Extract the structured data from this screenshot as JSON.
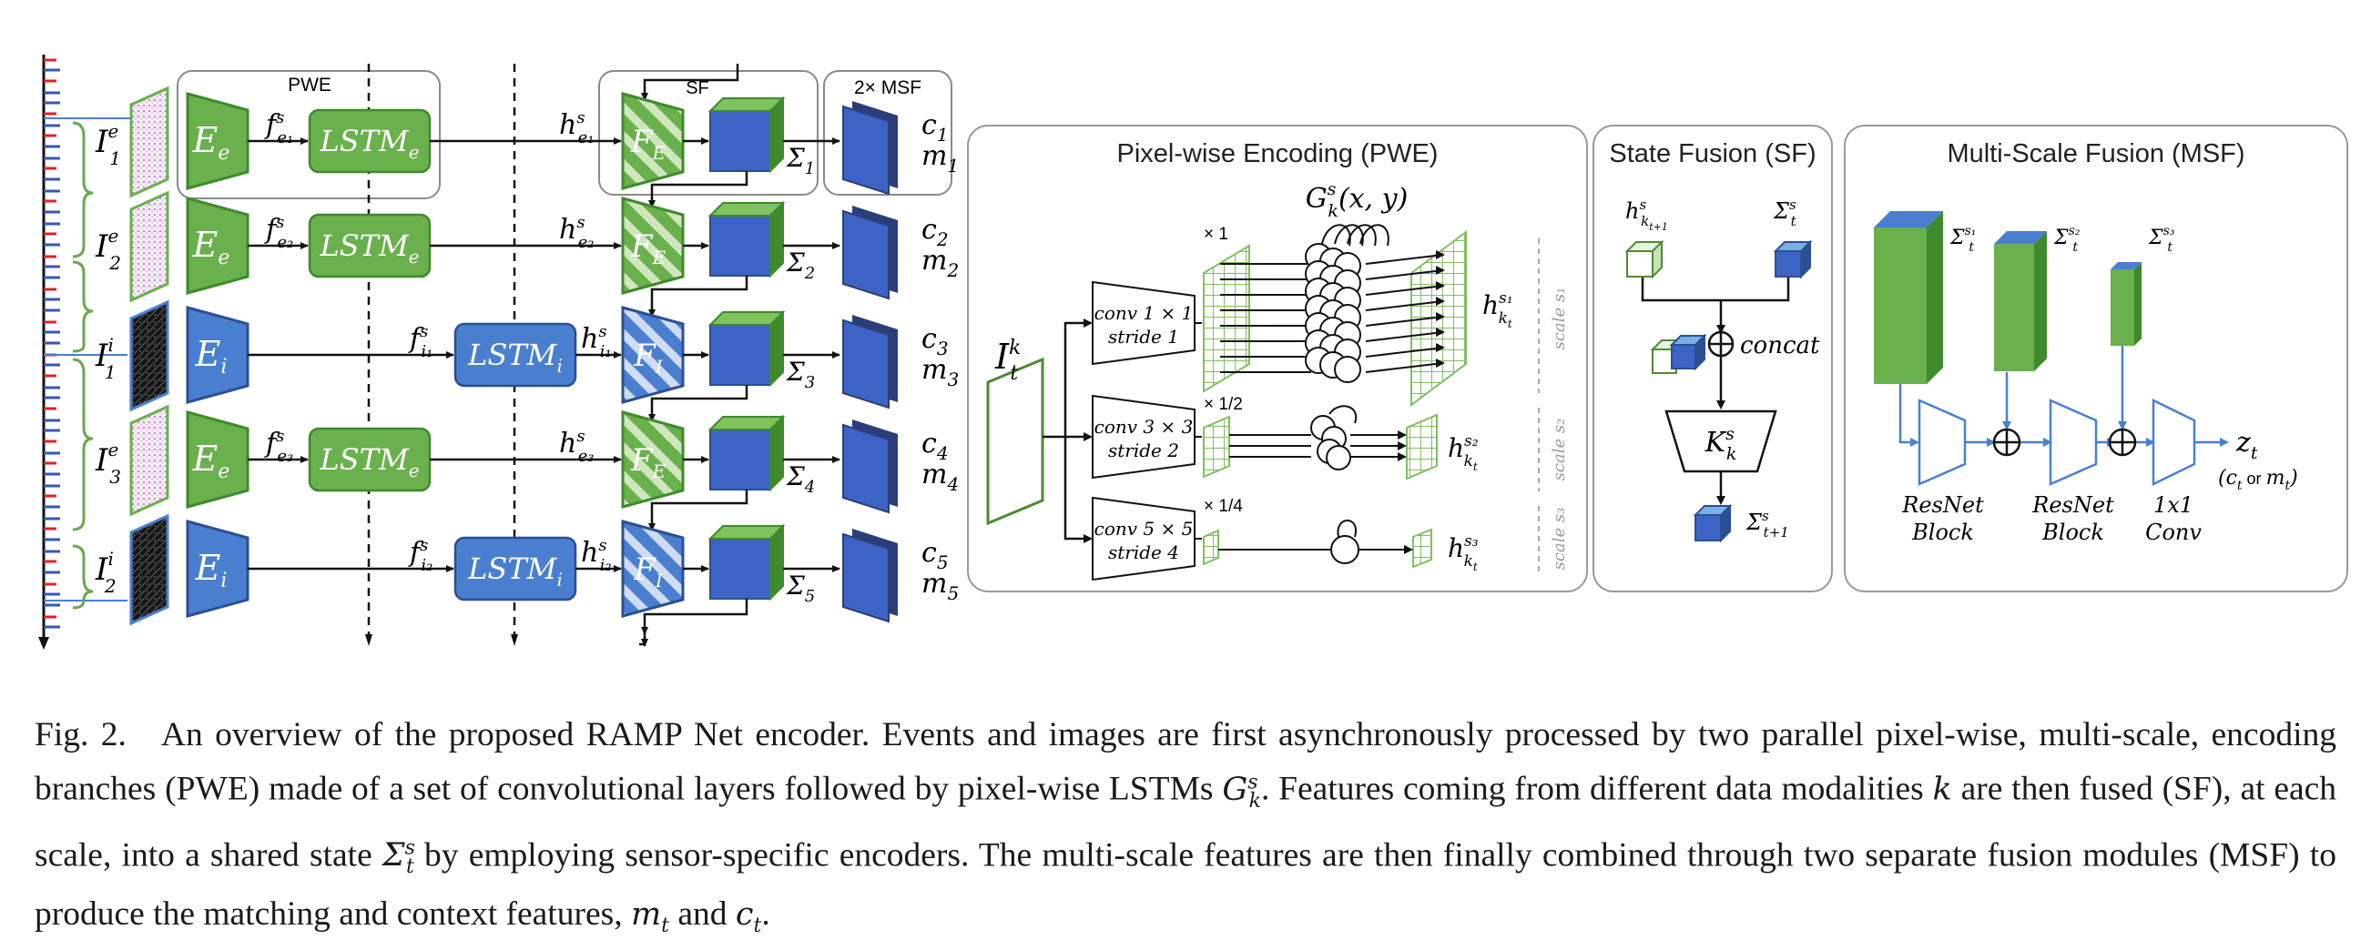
{
  "figure": {
    "left": {
      "pwe_label": "PWE",
      "sf_label": "SF",
      "msf_label": "2× MSF",
      "rows": [
        {
          "input": "I",
          "input_sup": "e",
          "input_sub": "1",
          "encoder": "E",
          "encoder_sub": "e",
          "feat": "f",
          "feat_sup": "s",
          "feat_sub": "e₁",
          "lstm": "LSTM",
          "lstm_sub": "e",
          "hidden": "h",
          "hidden_sup": "s",
          "hidden_sub": "e₁",
          "fuse": "F",
          "fuse_sub": "E",
          "sigma": "Σ",
          "sigma_sub": "1",
          "c": "c",
          "c_sub": "1",
          "m": "m",
          "m_sub": "1"
        },
        {
          "input": "I",
          "input_sup": "e",
          "input_sub": "2",
          "encoder": "E",
          "encoder_sub": "e",
          "feat": "f",
          "feat_sup": "s",
          "feat_sub": "e₂",
          "lstm": "LSTM",
          "lstm_sub": "e",
          "hidden": "h",
          "hidden_sup": "s",
          "hidden_sub": "e₂",
          "fuse": "F",
          "fuse_sub": "E",
          "sigma": "Σ",
          "sigma_sub": "2",
          "c": "c",
          "c_sub": "2",
          "m": "m",
          "m_sub": "2"
        },
        {
          "input": "I",
          "input_sup": "i",
          "input_sub": "1",
          "encoder": "E",
          "encoder_sub": "i",
          "feat": "f",
          "feat_sup": "s",
          "feat_sub": "i₁",
          "lstm": "LSTM",
          "lstm_sub": "i",
          "hidden": "h",
          "hidden_sup": "s",
          "hidden_sub": "i₁",
          "fuse": "F",
          "fuse_sub": "I",
          "sigma": "Σ",
          "sigma_sub": "3",
          "c": "c",
          "c_sub": "3",
          "m": "m",
          "m_sub": "3"
        },
        {
          "input": "I",
          "input_sup": "e",
          "input_sub": "3",
          "encoder": "E",
          "encoder_sub": "e",
          "feat": "f",
          "feat_sup": "s",
          "feat_sub": "e₃",
          "lstm": "LSTM",
          "lstm_sub": "e",
          "hidden": "h",
          "hidden_sup": "s",
          "hidden_sub": "e₃",
          "fuse": "F",
          "fuse_sub": "E",
          "sigma": "Σ",
          "sigma_sub": "4",
          "c": "c",
          "c_sub": "4",
          "m": "m",
          "m_sub": "4"
        },
        {
          "input": "I",
          "input_sup": "i",
          "input_sub": "2",
          "encoder": "E",
          "encoder_sub": "i",
          "feat": "f",
          "feat_sup": "s",
          "feat_sub": "i₂",
          "lstm": "LSTM",
          "lstm_sub": "i",
          "hidden": "h",
          "hidden_sup": "s",
          "hidden_sub": "i₂",
          "fuse": "F",
          "fuse_sub": "I",
          "sigma": "Σ",
          "sigma_sub": "5",
          "c": "c",
          "c_sub": "5",
          "m": "m",
          "m_sub": "5"
        }
      ]
    },
    "pwe": {
      "title": "Pixel-wise Encoding (PWE)",
      "input": "I",
      "input_sup": "k",
      "input_sub": "t",
      "g_label": "G",
      "g_sup": "s",
      "g_sub": "k",
      "g_args": "(x, y)",
      "branches": [
        {
          "conv": "conv 1 × 1",
          "stride": "stride 1",
          "scale": "× 1",
          "h": "h",
          "h_sup": "s₁",
          "h_sub": "k",
          "h_subsub": "t",
          "scale_label": "scale s₁"
        },
        {
          "conv": "conv 3 × 3",
          "stride": "stride 2",
          "scale": "× 1/2",
          "h": "h",
          "h_sup": "s₂",
          "h_sub": "k",
          "h_subsub": "t",
          "scale_label": "scale s₂"
        },
        {
          "conv": "conv 5 × 5",
          "stride": "stride 4",
          "scale": "× 1/4",
          "h": "h",
          "h_sup": "s₃",
          "h_sub": "k",
          "h_subsub": "t",
          "scale_label": "scale s₃"
        }
      ]
    },
    "sf": {
      "title": "State Fusion (SF)",
      "h_in": "h",
      "h_in_sup": "s",
      "h_in_sub": "k",
      "h_in_subsub": "t+1",
      "sigma_in": "Σ",
      "sigma_in_sup": "s",
      "sigma_in_sub": "t",
      "concat": "concat",
      "k": "K",
      "k_sup": "s",
      "k_sub": "k",
      "sigma_out": "Σ",
      "sigma_out_sup": "s",
      "sigma_out_sub": "t+1"
    },
    "msf": {
      "title": "Multi-Scale Fusion (MSF)",
      "sigma1": "Σ",
      "sigma1_sup": "s₁",
      "sigma1_sub": "t",
      "sigma2": "Σ",
      "sigma2_sup": "s₂",
      "sigma2_sub": "t",
      "sigma3": "Σ",
      "sigma3_sup": "s₃",
      "sigma3_sub": "t",
      "block1_l1": "ResNet",
      "block1_l2": "Block",
      "block2_l1": "ResNet",
      "block2_l2": "Block",
      "conv_l1": "1x1",
      "conv_l2": "Conv",
      "z": "z",
      "z_sub": "t",
      "z_note_open": "(c",
      "z_note_c_sub": "t",
      "z_note_or": " or ",
      "z_note_m": "m",
      "z_note_m_sub": "t",
      "z_note_close": ")"
    }
  },
  "caption": {
    "label": "Fig. 2.",
    "t1": "An overview of the proposed RAMP Net encoder. Events and images are first asynchronously processed by two parallel pixel-wise, multi-scale, encoding branches (PWE) made of a set of convolutional layers followed by pixel-wise LSTMs ",
    "g": "G",
    "g_sup": "s",
    "g_sub": "k",
    "t2": ". Features coming from different data modalities ",
    "k": "k",
    "t3": " are then fused (SF), at each scale, into a shared state ",
    "sigma": "Σ",
    "sigma_sup": "s",
    "sigma_sub": "t",
    "t4": " by employing sensor-specific encoders. The multi-scale features are then finally combined through two separate fusion modules (MSF) to produce the matching and context features, ",
    "m": "m",
    "m_sub": "t",
    "t5": " and ",
    "c": "c",
    "c_sub": "t",
    "t6": "."
  },
  "colors": {
    "green": "#6ab04c",
    "green_dark": "#3f8a2c",
    "green_light": "#a7d28d",
    "blue": "#4a7fd0",
    "blue_dark": "#2c4f94",
    "blue_fill": "#3d64c4",
    "navy": "#2c3e7a",
    "timeline_red": "#d9262c",
    "timeline_blue": "#3557b6",
    "brace_green": "#6aa84f"
  }
}
